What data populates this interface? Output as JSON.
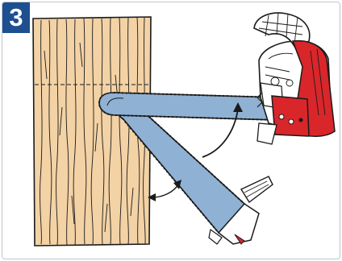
{
  "step": {
    "number": "3",
    "color": "#1d4f91"
  },
  "illustration": {
    "subject": "chainsaw-cutting-log",
    "colors": {
      "wood": "#f3d2a5",
      "bar": "#8fb1d3",
      "saw_body": "#d9262b",
      "outline": "#1a1a1a"
    },
    "icons": [
      "log",
      "chainsaw",
      "guide-bar",
      "saw-chain",
      "rotation-arrow",
      "angle-arrow"
    ]
  }
}
